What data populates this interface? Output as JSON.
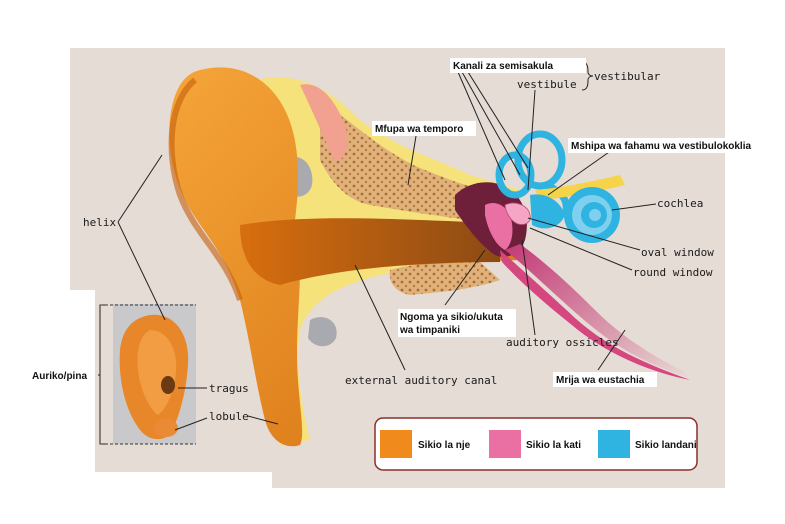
{
  "labels": {
    "helix": "helix",
    "auriko": "Auriko/pina",
    "tragus": "tragus",
    "lobule": "lobule",
    "external_canal": "external auditory canal",
    "temporal_bone": "Mfupa wa temporo",
    "semicircular": "Kanali za semisakula",
    "vestibule": "vestibule",
    "vestibular": "vestibular",
    "nerve": "Mshipa wa fahamu wa vestibulokoklia",
    "cochlea": "cochlea",
    "oval_window": "oval window",
    "round_window": "round window",
    "eardrum_line1": "Ngoma ya sikio/ukuta",
    "eardrum_line2": "wa timpaniki",
    "ossicles": "auditory ossicles",
    "eustachian": "Mrija wa eustachia"
  },
  "legend": [
    {
      "label": "Sikio la nje",
      "color": "#f08a1c"
    },
    {
      "label": "Sikio la kati",
      "color": "#ea6fa3"
    },
    {
      "label": "Sikio landani",
      "color": "#2fb3e0"
    }
  ],
  "colors": {
    "background": "#e6dcd6",
    "outer_ear": "#f08a1c",
    "bone": "#f6e27a",
    "middle_ear": "#ea6fa3",
    "inner_ear": "#2fb3e0"
  }
}
